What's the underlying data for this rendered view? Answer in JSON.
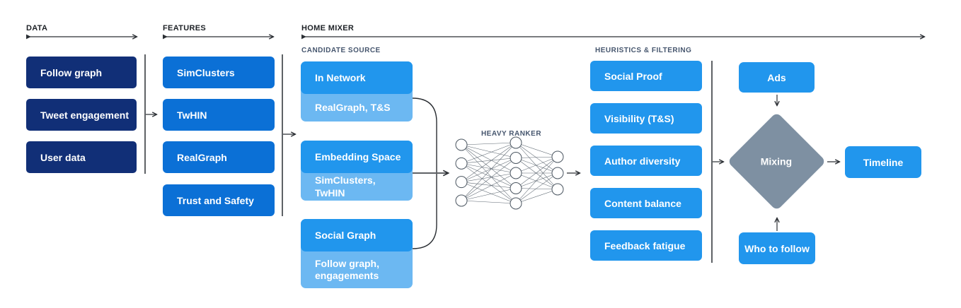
{
  "palette": {
    "navy": "#112f77",
    "blue_medium": "#0b70d6",
    "blue_bright": "#2196ed",
    "blue_light": "#6cb8f2",
    "diamond_gray": "#7e90a2",
    "line": "#2a2e33",
    "header_text": "#1d2126",
    "subheader_text": "#46566e"
  },
  "headers": {
    "data": "DATA",
    "features": "FEATURES",
    "home_mixer": "HOME MIXER",
    "candidate_source": "CANDIDATE SOURCE",
    "heavy_ranker": "HEAVY RANKER",
    "heuristics": "HEURISTICS & FILTERING"
  },
  "data_items": [
    "Follow graph",
    "Tweet engagement",
    "User data"
  ],
  "feature_items": [
    "SimClusters",
    "TwHIN",
    "RealGraph",
    "Trust and Safety"
  ],
  "candidate_groups": [
    {
      "title": "In Network",
      "subtitle": "RealGraph, T&S"
    },
    {
      "title": "Embedding Space",
      "subtitle": "SimClusters, TwHIN"
    },
    {
      "title": "Social Graph",
      "subtitle": "Follow graph, engagements"
    }
  ],
  "heavy_ranker": {
    "layers": [
      4,
      5,
      3
    ]
  },
  "heuristic_items": [
    "Social Proof",
    "Visibility (T&S)",
    "Author diversity",
    "Content balance",
    "Feedback fatigue"
  ],
  "mixing": {
    "ads": "Ads",
    "diamond": "Mixing",
    "who_to_follow": "Who to follow",
    "timeline": "Timeline"
  }
}
